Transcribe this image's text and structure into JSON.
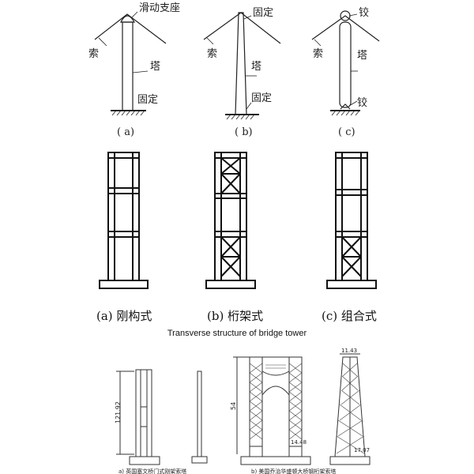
{
  "top_row": {
    "a": {
      "sliding_support": "滑动支座",
      "cable": "索",
      "tower": "塔",
      "fixed": "固定",
      "caption": "( a)"
    },
    "b": {
      "fixed_top": "固定",
      "cable": "索",
      "tower": "塔",
      "fixed_bottom": "固定",
      "caption": "( b)"
    },
    "c": {
      "hinge_top": "铰",
      "cable": "索",
      "tower": "塔",
      "hinge_bottom": "铰",
      "caption": "( c)"
    }
  },
  "middle_row": {
    "captions": [
      "(a) 刚构式",
      "(b) 桁架式",
      "(c) 组合式"
    ],
    "subtitle": "Transverse structure of bridge tower"
  },
  "bottom_row": {
    "left": {
      "dim_height": "121.92",
      "caption": "a) 英国塞文桥门式刚架索塔"
    },
    "right": {
      "dim_height": "54",
      "dim_top": "11.43",
      "dim_width_left": "14.48",
      "dim_width_right": "17.07",
      "caption": "b) 美国乔治华盛顿大桥钢桁架索塔"
    }
  }
}
